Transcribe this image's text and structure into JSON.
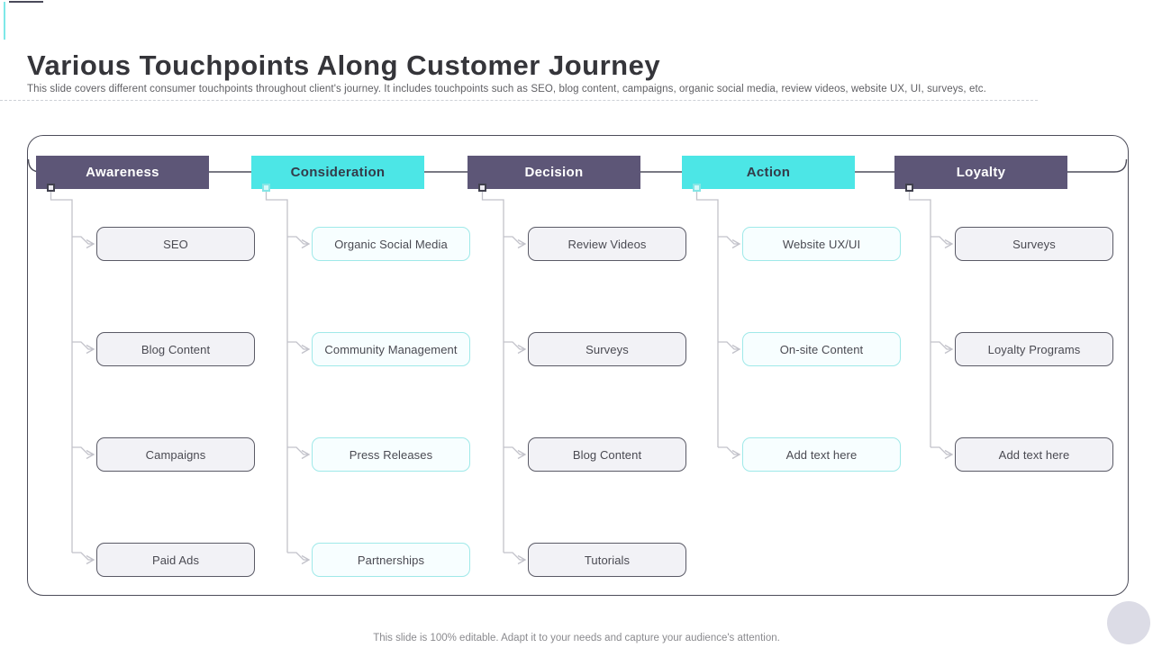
{
  "slide": {
    "title": "Various Touchpoints Along Customer Journey",
    "subtitle": "This slide covers different consumer touchpoints throughout client's journey. It includes touchpoints such as SEO, blog content, campaigns, organic social media, review videos, website UX, UI, surveys, etc.",
    "footer": "This slide is 100% editable. Adapt it to your needs and capture your audience's attention."
  },
  "colors": {
    "stage_purple": "#5d5677",
    "stage_cyan": "#4ce6e6",
    "header_text_on_purple": "#ffffff",
    "header_text_on_cyan": "#333b49",
    "gray_box_fill": "#f2f2f6",
    "gray_box_border": "#5a5a66",
    "cyan_box_fill": "#f7feff",
    "cyan_box_border": "#9fe9e9",
    "frame_border": "#4d4d5a",
    "connector_line": "#c2c2ca",
    "accent_teal": "#7ee8e8"
  },
  "diagram": {
    "columns": [
      {
        "stage": "Awareness",
        "theme": "purple",
        "items": [
          "SEO",
          "Blog Content",
          "Campaigns",
          "Paid Ads"
        ]
      },
      {
        "stage": "Consideration",
        "theme": "cyan",
        "items": [
          "Organic Social Media",
          "Community Management",
          "Press Releases",
          "Partnerships"
        ]
      },
      {
        "stage": "Decision",
        "theme": "purple",
        "items": [
          "Review Videos",
          "Surveys",
          "Blog Content",
          "Tutorials"
        ]
      },
      {
        "stage": "Action",
        "theme": "cyan",
        "items": [
          "Website UX/UI",
          "On-site Content",
          "Add text here"
        ]
      },
      {
        "stage": "Loyalty",
        "theme": "purple",
        "items": [
          "Surveys",
          "Loyalty Programs",
          "Add text here"
        ]
      }
    ]
  }
}
